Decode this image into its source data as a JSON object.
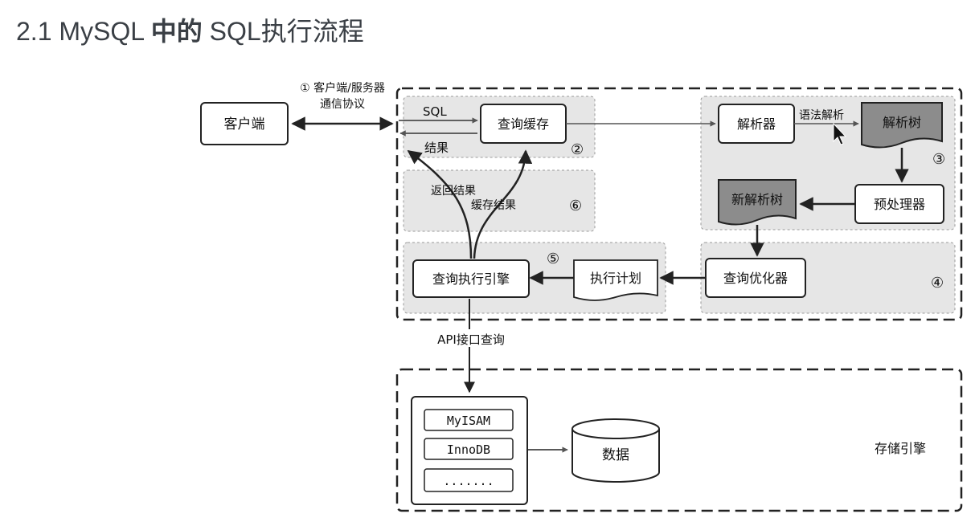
{
  "page": {
    "title_prefix": "2.1 MySQL ",
    "title_bold": "中的",
    "title_suffix": " SQL执行流程"
  },
  "diagram": {
    "client": "客户端",
    "protocol_line1": "① 客户端/服务器",
    "protocol_line2": "通信协议",
    "sql_label": "SQL",
    "result_label": "结果",
    "query_cache": "查询缓存",
    "step2": "②",
    "parser": "解析器",
    "syntax_parse": "语法解析",
    "parse_tree": "解析树",
    "step3": "③",
    "preprocessor": "预处理器",
    "new_parse_tree": "新解析树",
    "return_result": "返回结果",
    "cache_result": "缓存结果",
    "step6": "⑥",
    "exec_engine": "查询执行引擎",
    "step5": "⑤",
    "exec_plan": "执行计划",
    "optimizer": "查询优化器",
    "step4": "④",
    "api_query": "API接口查询",
    "engines": [
      "MyISAM",
      "InnoDB",
      "......."
    ],
    "data": "数据",
    "storage_engine": "存储引擎"
  },
  "colors": {
    "group_fill": "#e6e6e6",
    "doc_fill": "#8c8c8c",
    "doc_fill_light": "#c9c9c9",
    "line": "#222222"
  }
}
